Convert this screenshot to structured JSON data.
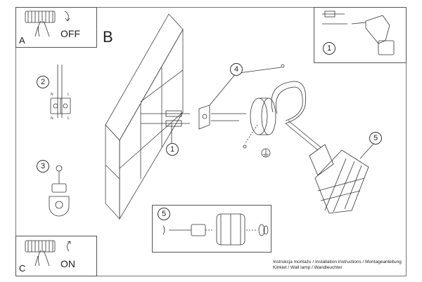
{
  "panels": {
    "a": {
      "letter": "A",
      "state": "OFF"
    },
    "c": {
      "letter": "C",
      "state": "ON"
    }
  },
  "main": {
    "letter": "B"
  },
  "callouts": {
    "n1_top": "1",
    "n2": "2",
    "n3": "3",
    "n4": "4",
    "n5": "5",
    "n1_wall": "1",
    "n5_detail": "5"
  },
  "terminal_labels": {
    "top_n": "N",
    "top_l": "L",
    "bot_n": "N",
    "bot_l": "L"
  },
  "footer": {
    "line1": "Instrukcja montażu / Installation instructions / Montageanleitung",
    "line2": "Kinkiet / Wall lamp / Wandleuchter"
  }
}
